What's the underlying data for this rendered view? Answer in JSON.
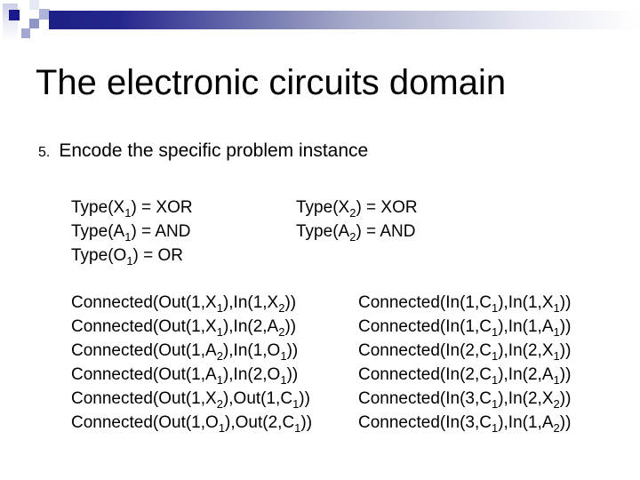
{
  "title": "The electronic circuits domain",
  "list_item": {
    "number": "5.",
    "text": "Encode the specific problem instance"
  },
  "types": {
    "left": [
      "Type(X_1) = XOR",
      "Type(A_1) = AND",
      "Type(O_1) = OR"
    ],
    "right": [
      "Type(X_2) = XOR",
      "Type(A_2) = AND"
    ]
  },
  "connections": {
    "left": [
      "Connected(Out(1,X_1),In(1,X_2))",
      "Connected(Out(1,X_1),In(2,A_2))",
      "Connected(Out(1,A_2),In(1,O_1))",
      "Connected(Out(1,A_1),In(2,O_1))",
      "Connected(Out(1,X_2),Out(1,C_1))",
      "Connected(Out(1,O_1),Out(2,C_1))"
    ],
    "right": [
      "Connected(In(1,C_1),In(1,X_1))",
      "Connected(In(1,C_1),In(1,A_1))",
      "Connected(In(2,C_1),In(2,X_1))",
      "Connected(In(2,C_1),In(2,A_1))",
      "Connected(In(3,C_1),In(2,X_2))",
      "Connected(In(3,C_1),In(1,A_2))"
    ]
  },
  "colors": {
    "text": "#000000",
    "accent_navy": "#19198b",
    "bar_gradient_start": "#1e1f85",
    "bar_gradient_end": "#ffffff",
    "deco_lavender": "#aeb4d9",
    "background": "#ffffff"
  }
}
